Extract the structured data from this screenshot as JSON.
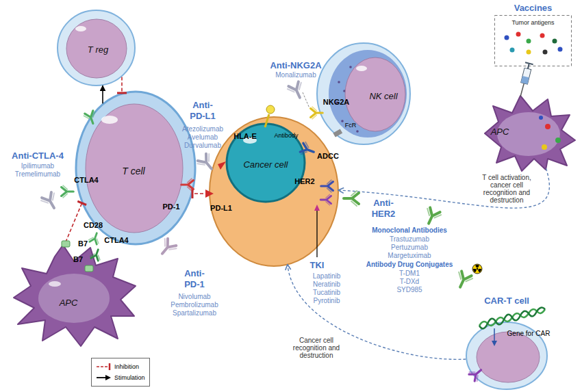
{
  "diagram": {
    "nodes": [
      {
        "text": [
          "T reg"
        ]
      },
      {
        "text": [
          "T cell"
        ]
      },
      {
        "text": [
          "APC"
        ]
      },
      {
        "text": [
          "Cancer cell"
        ]
      },
      {
        "text": [
          "NK cell"
        ]
      },
      {
        "text": [
          "Vaccines",
          "Tumor antigens"
        ]
      },
      {
        "text": [
          "APC"
        ]
      },
      {
        "text": [
          "CAR-T cell"
        ]
      }
    ],
    "edges": [
      {
        "from": 1,
        "to": 0,
        "arrow": "to"
      },
      {
        "from": 0,
        "to": 1,
        "arrow": "to"
      },
      {
        "from": 3,
        "to": 1,
        "arrow": "to"
      },
      {
        "from": 2,
        "to": 1,
        "arrow": "to"
      },
      {
        "from": 5,
        "to": 6,
        "arrow": "none"
      },
      {
        "from": 6,
        "to": 3,
        "label": "T cell activation, cancer cell recognition and destruction",
        "arrow": "to"
      },
      {
        "from": 7,
        "to": 3,
        "label": "Cancer cell recognition and destruction",
        "arrow": "to"
      }
    ],
    "labels": [
      "Anti-CTLA-4",
      "Ipilimumab",
      "Tremelimumab",
      "CTLA4",
      "CD28",
      "B7",
      "CTLA4",
      "B7",
      "Anti- PD-L1",
      "Atezolizumab",
      "Avelumab",
      "Durvalumab",
      "PD-1",
      "PD-L1",
      "Anti- PD-1",
      "Nivolumab",
      "Pembrolizumab",
      "Spartalizumab",
      "Anti-NKG2A",
      "Monalizumab",
      "NKG2A",
      "HLA-E",
      "FcR",
      "Antibody",
      "ADCC",
      "HER2",
      "Anti- HER2",
      "Monoclonal Antibodies",
      "Trastuzumab",
      "Pertuzumab",
      "Margetuximab",
      "Antibody Drug Conjugates",
      "T-DM1",
      "T-DXd",
      "SYD985",
      "TKI",
      "Lapatinib",
      "Neratinib",
      "Tucatinib",
      "Pyrotinib",
      "Gene for CAR"
    ],
    "legend": [
      {
        "text": "Inhibition"
      },
      {
        "text": "Stimulation"
      }
    ]
  }
}
